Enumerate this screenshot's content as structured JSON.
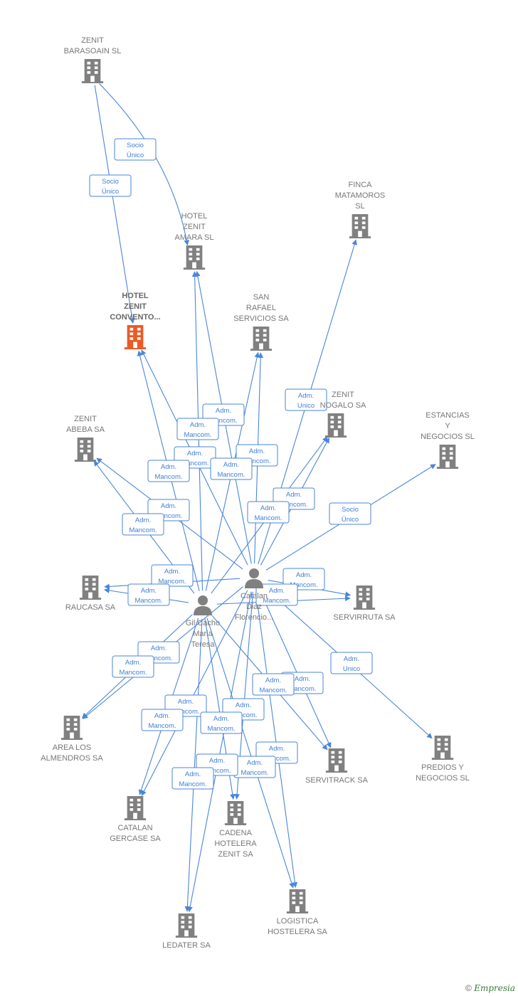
{
  "colors": {
    "edge": "#4a86d8",
    "company": "#808080",
    "highlight": "#ee5a24",
    "person": "#808080"
  },
  "nodes": [
    {
      "id": "zenit-barasoain",
      "type": "company",
      "label": [
        "ZENIT",
        "BARASOAIN SL"
      ]
    },
    {
      "id": "hotel-zenit-amara",
      "type": "company",
      "label": [
        "HOTEL",
        "ZENIT",
        "AMARA  SL"
      ]
    },
    {
      "id": "hotel-zenit-convento",
      "type": "company-highlight",
      "label": [
        "HOTEL",
        "ZENIT",
        "CONVENTO..."
      ]
    },
    {
      "id": "san-rafael",
      "type": "company",
      "label": [
        "SAN",
        "RAFAEL",
        "SERVICIOS SA"
      ]
    },
    {
      "id": "finca-matamoros",
      "type": "company",
      "label": [
        "FINCA",
        "MATAMOROS",
        "SL"
      ]
    },
    {
      "id": "zenit-nogalo",
      "type": "company",
      "label": [
        "ZENIT",
        "NOGALO SA"
      ]
    },
    {
      "id": "estancias-negocios",
      "type": "company",
      "label": [
        "ESTANCIAS",
        "Y",
        "NEGOCIOS  SL"
      ]
    },
    {
      "id": "zenit-abeba",
      "type": "company",
      "label": [
        "ZENIT",
        "ABEBA SA"
      ]
    },
    {
      "id": "raucasa",
      "type": "company",
      "label": [
        "RAUCASA SA"
      ]
    },
    {
      "id": "servirruta",
      "type": "company",
      "label": [
        "SERVIRRUTA SA"
      ]
    },
    {
      "id": "area-almendros",
      "type": "company",
      "label": [
        "AREA LOS",
        "ALMENDROS SA"
      ]
    },
    {
      "id": "predios-negocios",
      "type": "company",
      "label": [
        "PREDIOS Y",
        "NEGOCIOS  SL"
      ]
    },
    {
      "id": "servitrack",
      "type": "company",
      "label": [
        "SERVITRACK SA"
      ]
    },
    {
      "id": "catalan-gercase",
      "type": "company",
      "label": [
        "CATALAN",
        "GERCASE SA"
      ]
    },
    {
      "id": "cadena-hotelera",
      "type": "company",
      "label": [
        "CADENA",
        "HOTELERA",
        "ZENIT SA"
      ]
    },
    {
      "id": "logistica-hostelera",
      "type": "company",
      "label": [
        "LOGISTICA",
        "HOSTELERA SA"
      ]
    },
    {
      "id": "ledater",
      "type": "company",
      "label": [
        "LEDATER SA"
      ]
    },
    {
      "id": "catalan-diaz",
      "type": "person",
      "label": [
        "Catalan",
        "Diaz",
        "Florencio..."
      ]
    },
    {
      "id": "gil-cacho",
      "type": "person",
      "label": [
        "Gil Cacho",
        "Maria",
        "Teresa"
      ]
    }
  ],
  "edge_labels": [
    {
      "lines": [
        "Socio",
        "Único"
      ]
    },
    {
      "lines": [
        "Socio",
        "Único"
      ]
    },
    {
      "lines": [
        "Adm.",
        "Unico"
      ]
    },
    {
      "lines": [
        "Socio",
        "Único"
      ]
    },
    {
      "lines": [
        "Adm.",
        "Unico"
      ]
    },
    {
      "lines": [
        "Adm.",
        "Mancom."
      ]
    }
  ],
  "footer": {
    "copyright": "©",
    "brand": "Empresia"
  }
}
